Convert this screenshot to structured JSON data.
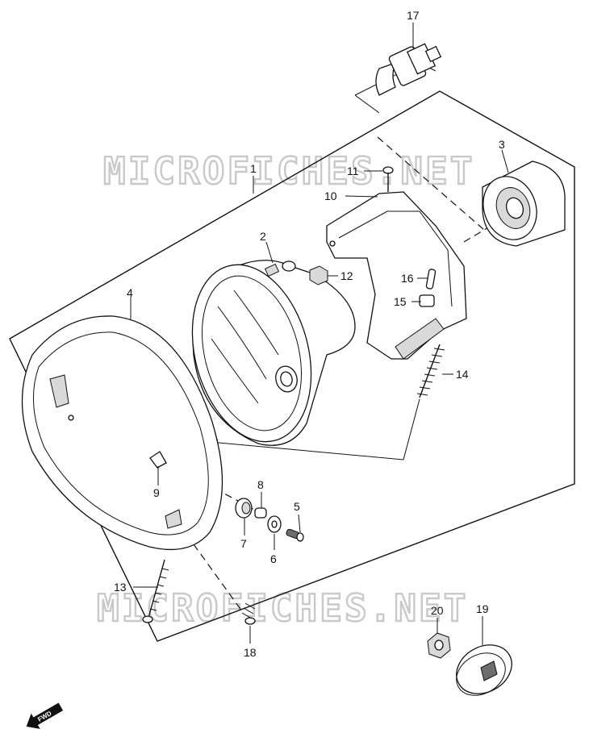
{
  "watermark": "MICROFICHES.NET",
  "direction_marker": "FWD",
  "callouts": [
    {
      "id": "1",
      "label": "1"
    },
    {
      "id": "2",
      "label": "2"
    },
    {
      "id": "3",
      "label": "3"
    },
    {
      "id": "4",
      "label": "4"
    },
    {
      "id": "5",
      "label": "5"
    },
    {
      "id": "6",
      "label": "6"
    },
    {
      "id": "7",
      "label": "7"
    },
    {
      "id": "8",
      "label": "8"
    },
    {
      "id": "9",
      "label": "9"
    },
    {
      "id": "10",
      "label": "10"
    },
    {
      "id": "11",
      "label": "11"
    },
    {
      "id": "12",
      "label": "12"
    },
    {
      "id": "13",
      "label": "13"
    },
    {
      "id": "14",
      "label": "14"
    },
    {
      "id": "15",
      "label": "15"
    },
    {
      "id": "16",
      "label": "16"
    },
    {
      "id": "17",
      "label": "17"
    },
    {
      "id": "18",
      "label": "18"
    },
    {
      "id": "19",
      "label": "19"
    },
    {
      "id": "20",
      "label": "20"
    }
  ]
}
